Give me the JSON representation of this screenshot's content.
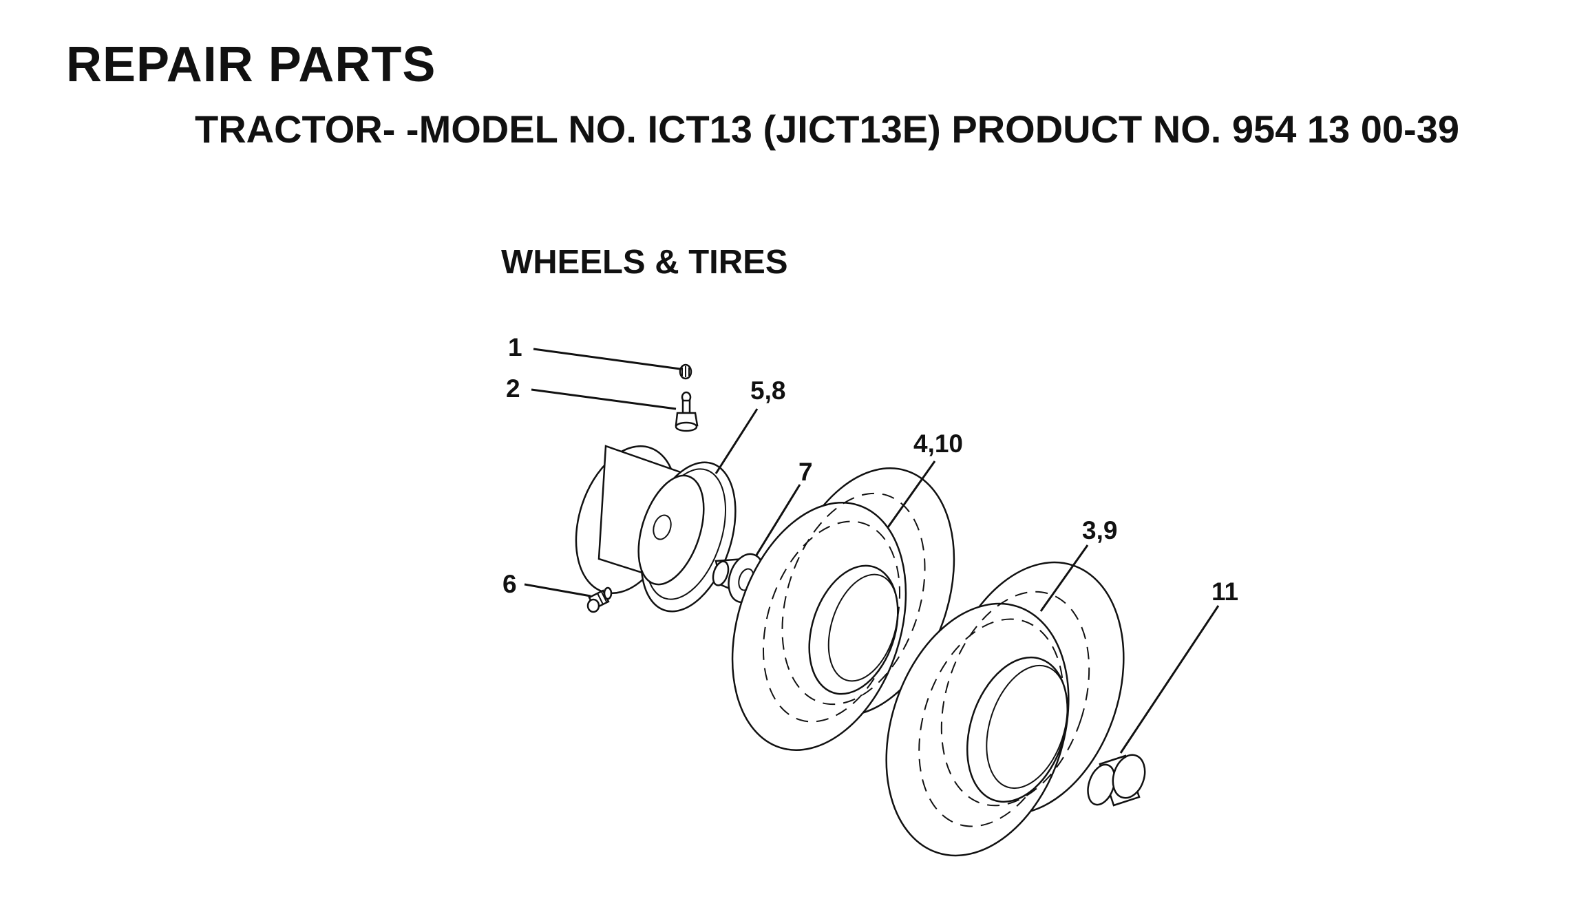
{
  "header": {
    "title": "REPAIR PARTS",
    "subtitle": "TRACTOR- -MODEL NO. ICT13 (JICT13E) PRODUCT NO. 954 13 00-39"
  },
  "section_title": "WHEELS & TIRES",
  "callouts": {
    "valve_cap": "1",
    "valve_stem": "2",
    "rim": "5,8",
    "bushing": "7",
    "front_tire": "4,10",
    "grease_fitting": "6",
    "rear_tire": "3,9",
    "hub_cap": "11"
  }
}
